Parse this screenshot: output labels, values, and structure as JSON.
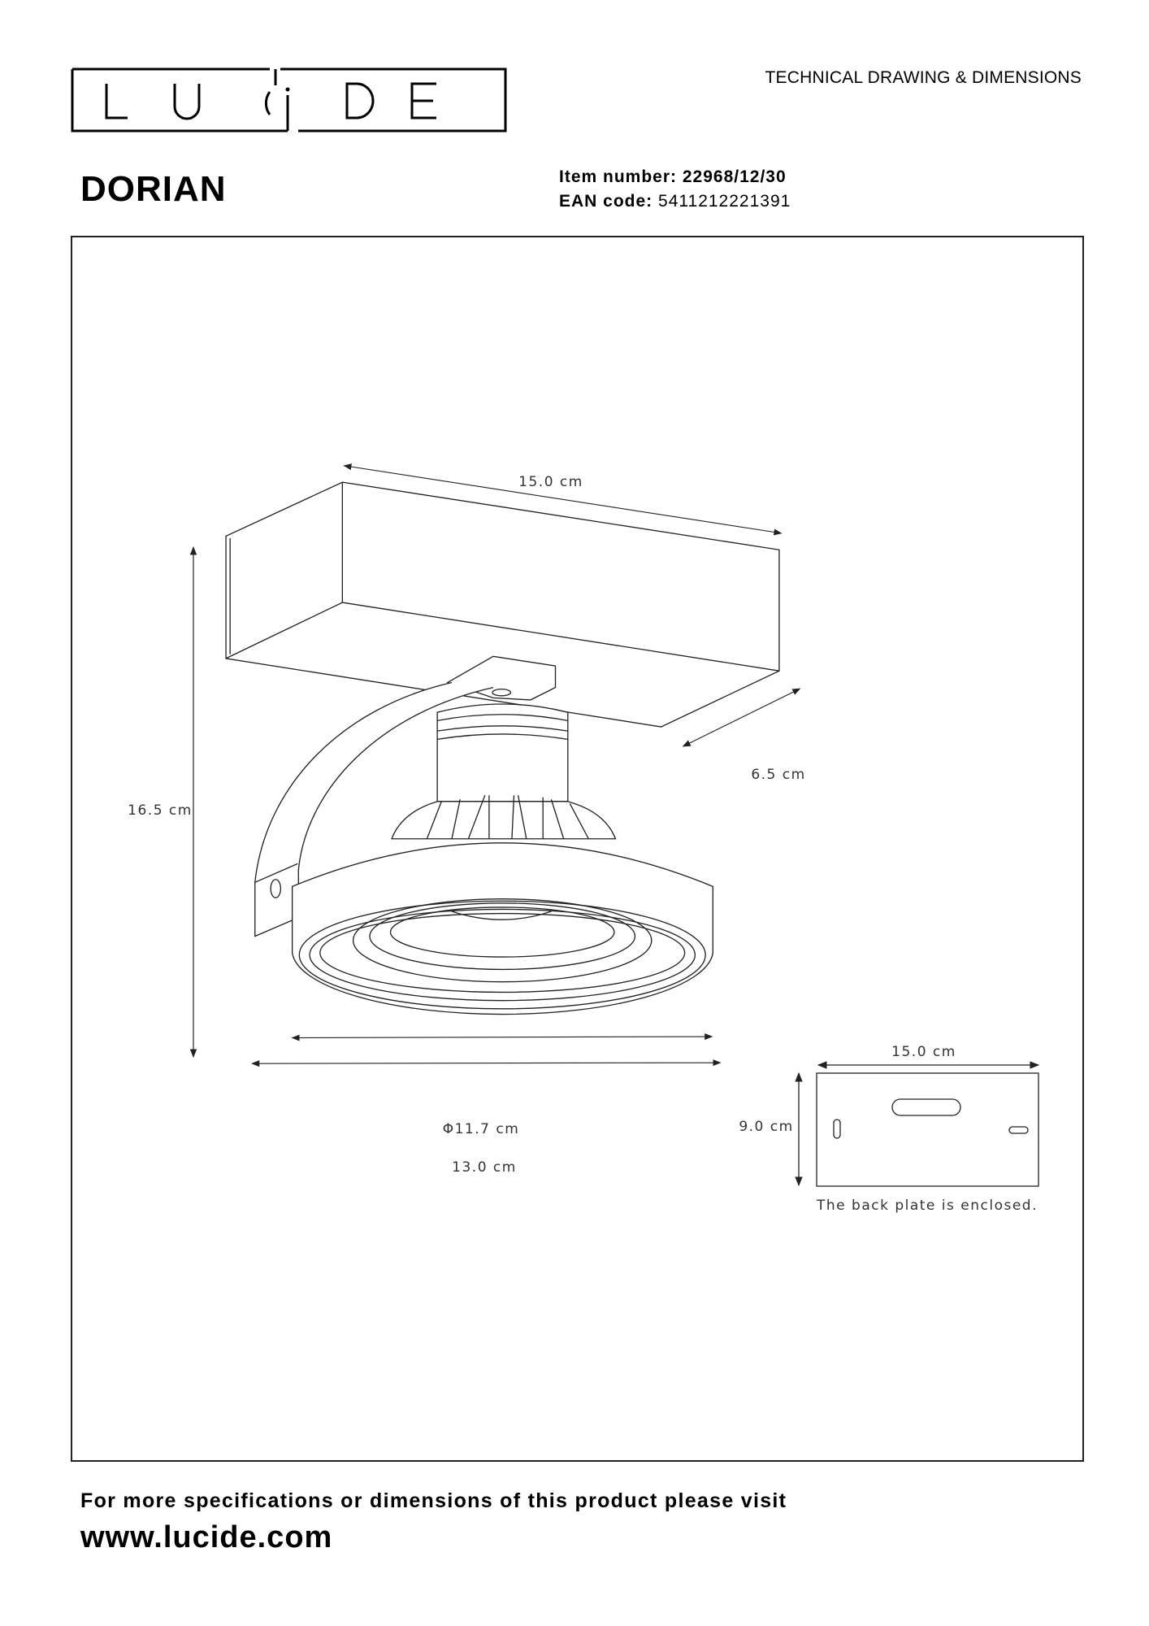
{
  "brand": {
    "logo_text": "LUCIDE"
  },
  "header": {
    "title": "TECHNICAL DRAWING & DIMENSIONS"
  },
  "product": {
    "name": "DORIAN",
    "item_number_label": "Item number:",
    "item_number": "22968/12/30",
    "ean_label": "EAN code:",
    "ean": "5411212221391"
  },
  "dimensions": {
    "length": "15.0 cm",
    "depth": "6.5 cm",
    "height": "16.5 cm",
    "diameter": "Φ11.7 cm",
    "width": "13.0 cm",
    "back_plate_width": "15.0 cm",
    "back_plate_height": "9.0 cm",
    "back_plate_note": "The back plate is enclosed."
  },
  "footer": {
    "text": "For more specifications or dimensions of this product please visit",
    "url": "www.lucide.com"
  }
}
